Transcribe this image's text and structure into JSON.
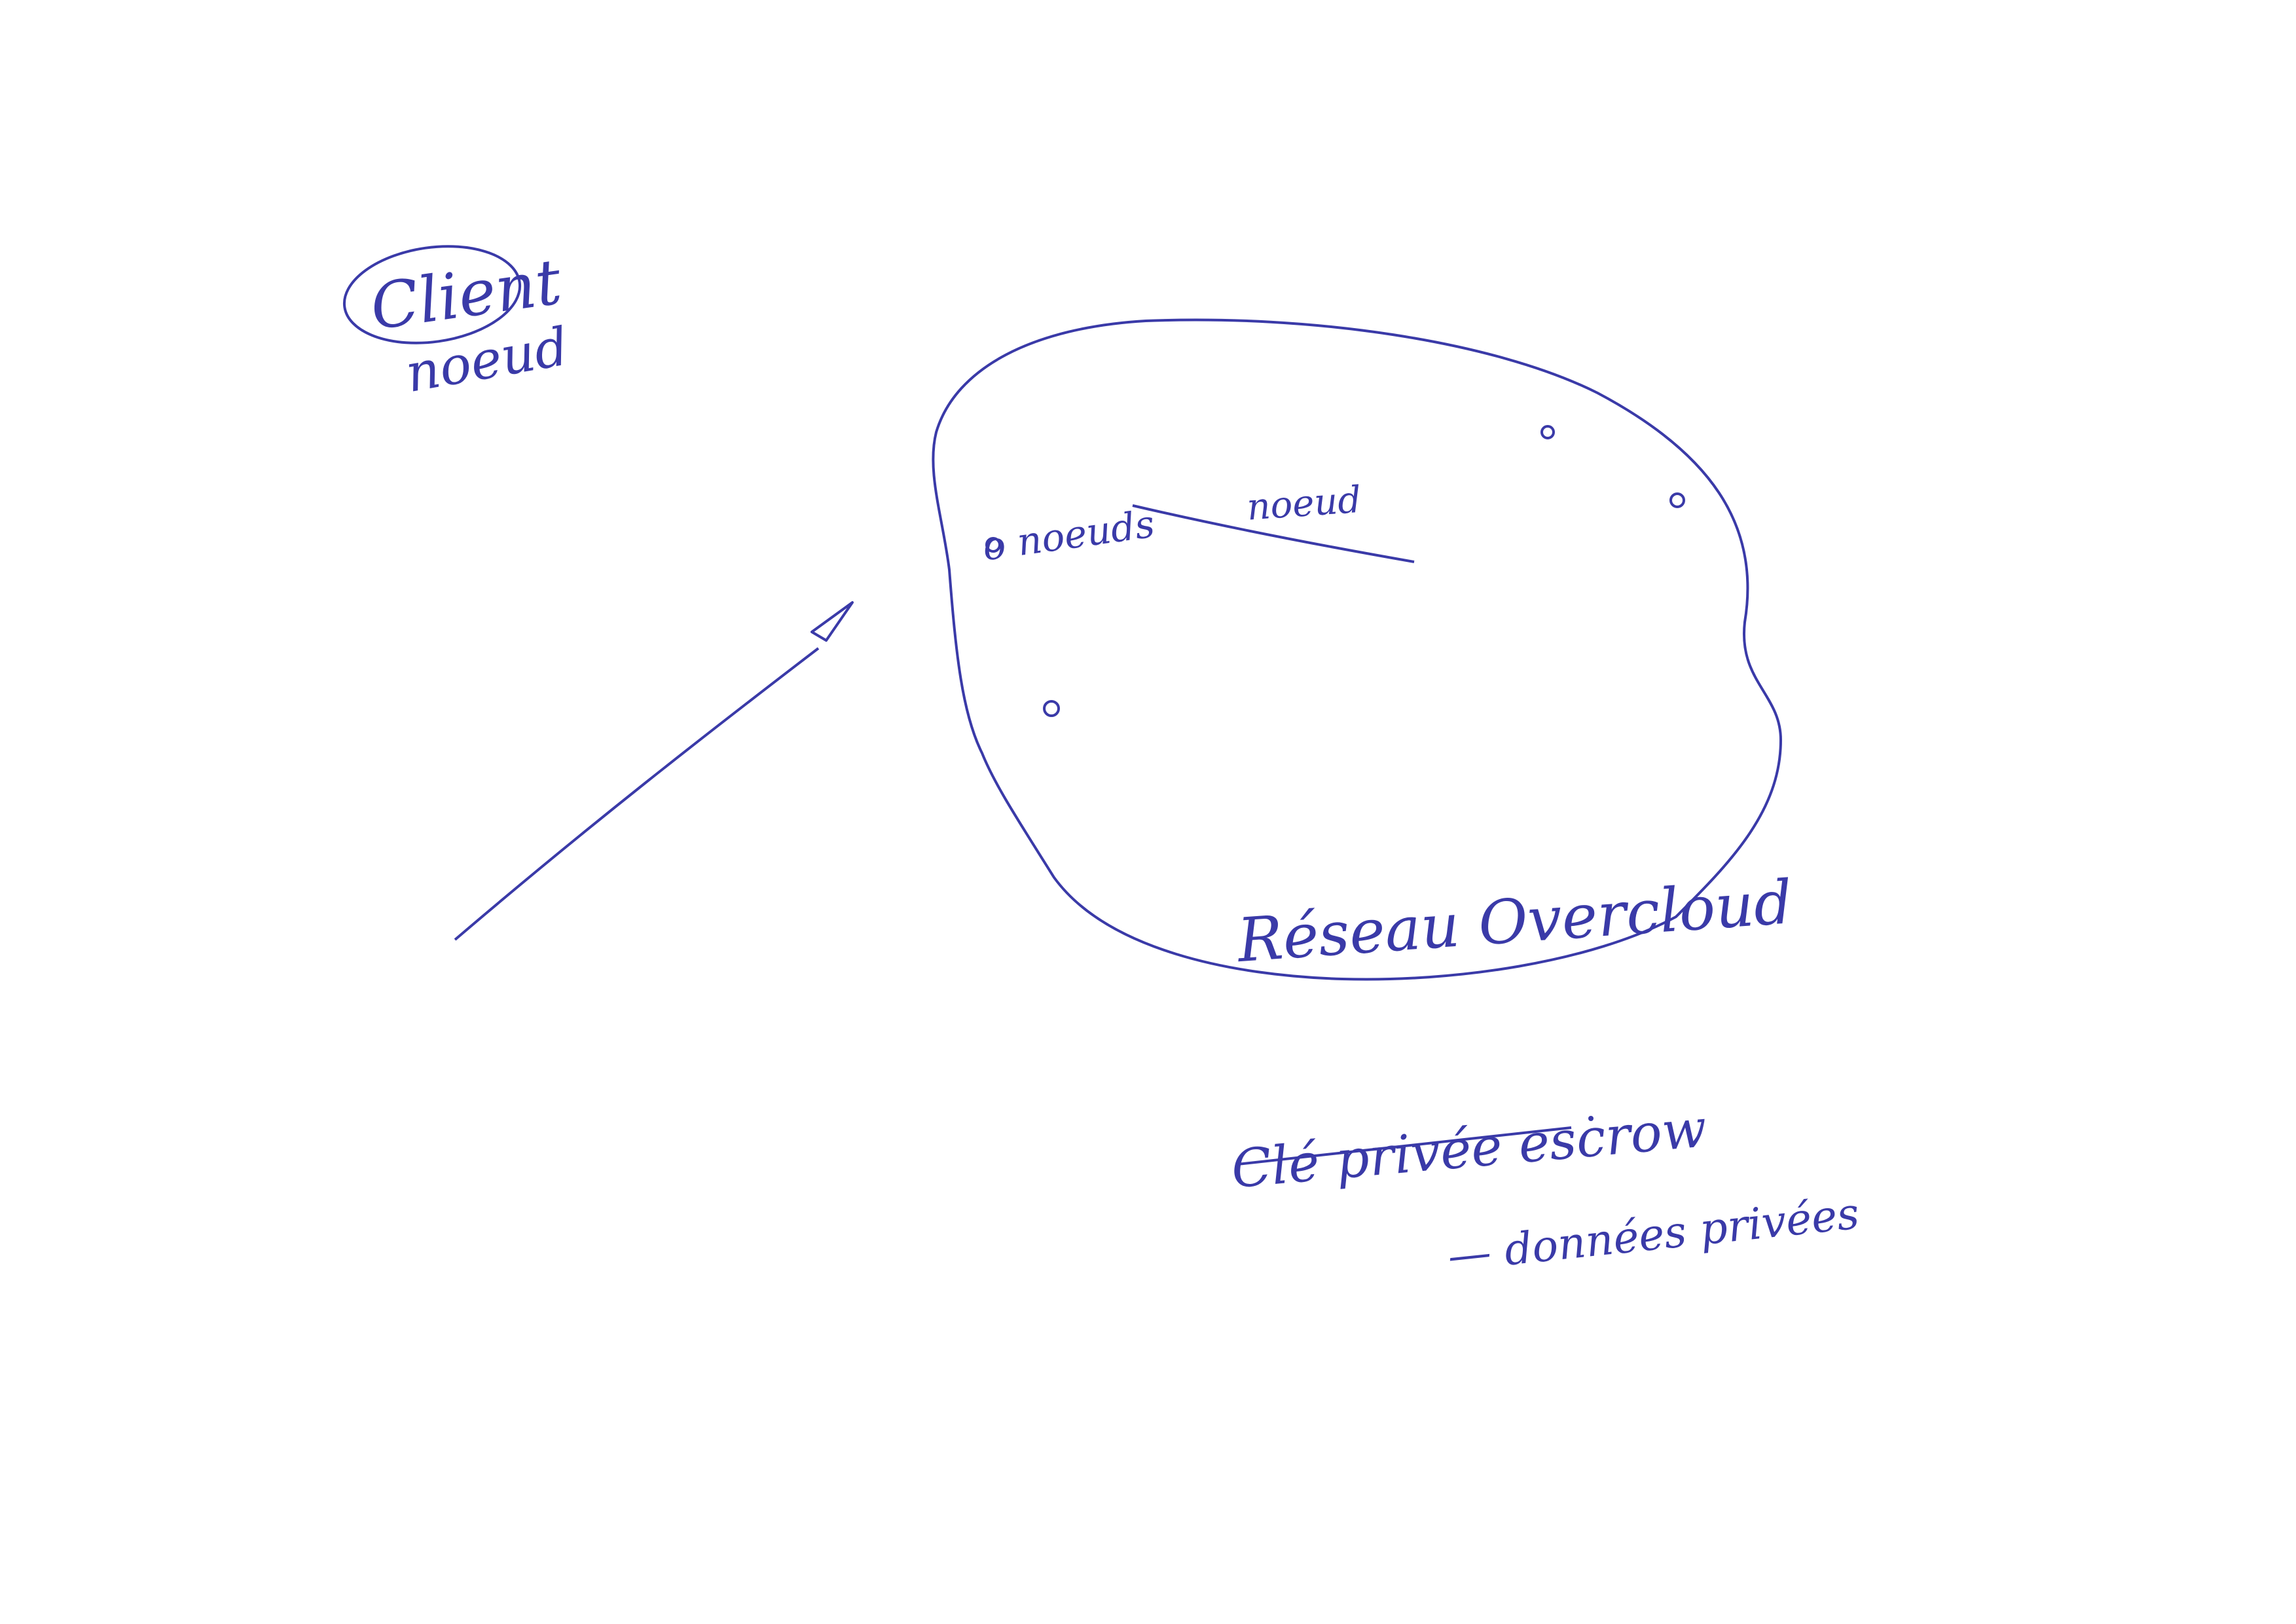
{
  "ink_color": "#3a3aa8",
  "labels": {
    "client": "Client",
    "client_node": "noeud",
    "node_left": "o noeuds",
    "node_link": "noeud",
    "network": "Réseau Overcloud",
    "escrow_key_struck": "Clé privée escrow",
    "private_data": "— données privées"
  }
}
